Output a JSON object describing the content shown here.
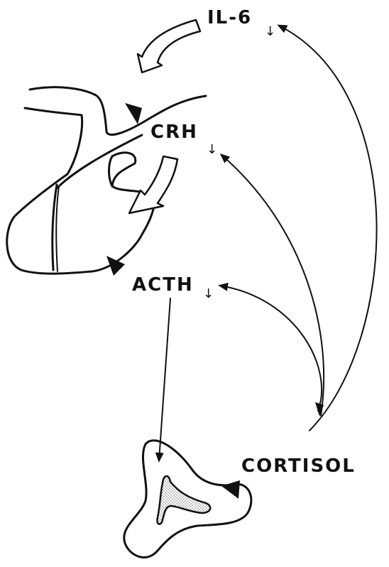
{
  "labels": {
    "il6": "IL-6",
    "crh": "CRH",
    "acth": "ACTH",
    "cortisol": "CORTISOL"
  },
  "indicators": {
    "il6": "↓",
    "crh": "↓",
    "acth": "↓"
  },
  "colors": {
    "ink": "#111111",
    "background": "#ffffff",
    "stipple": "#9a9a9a"
  }
}
